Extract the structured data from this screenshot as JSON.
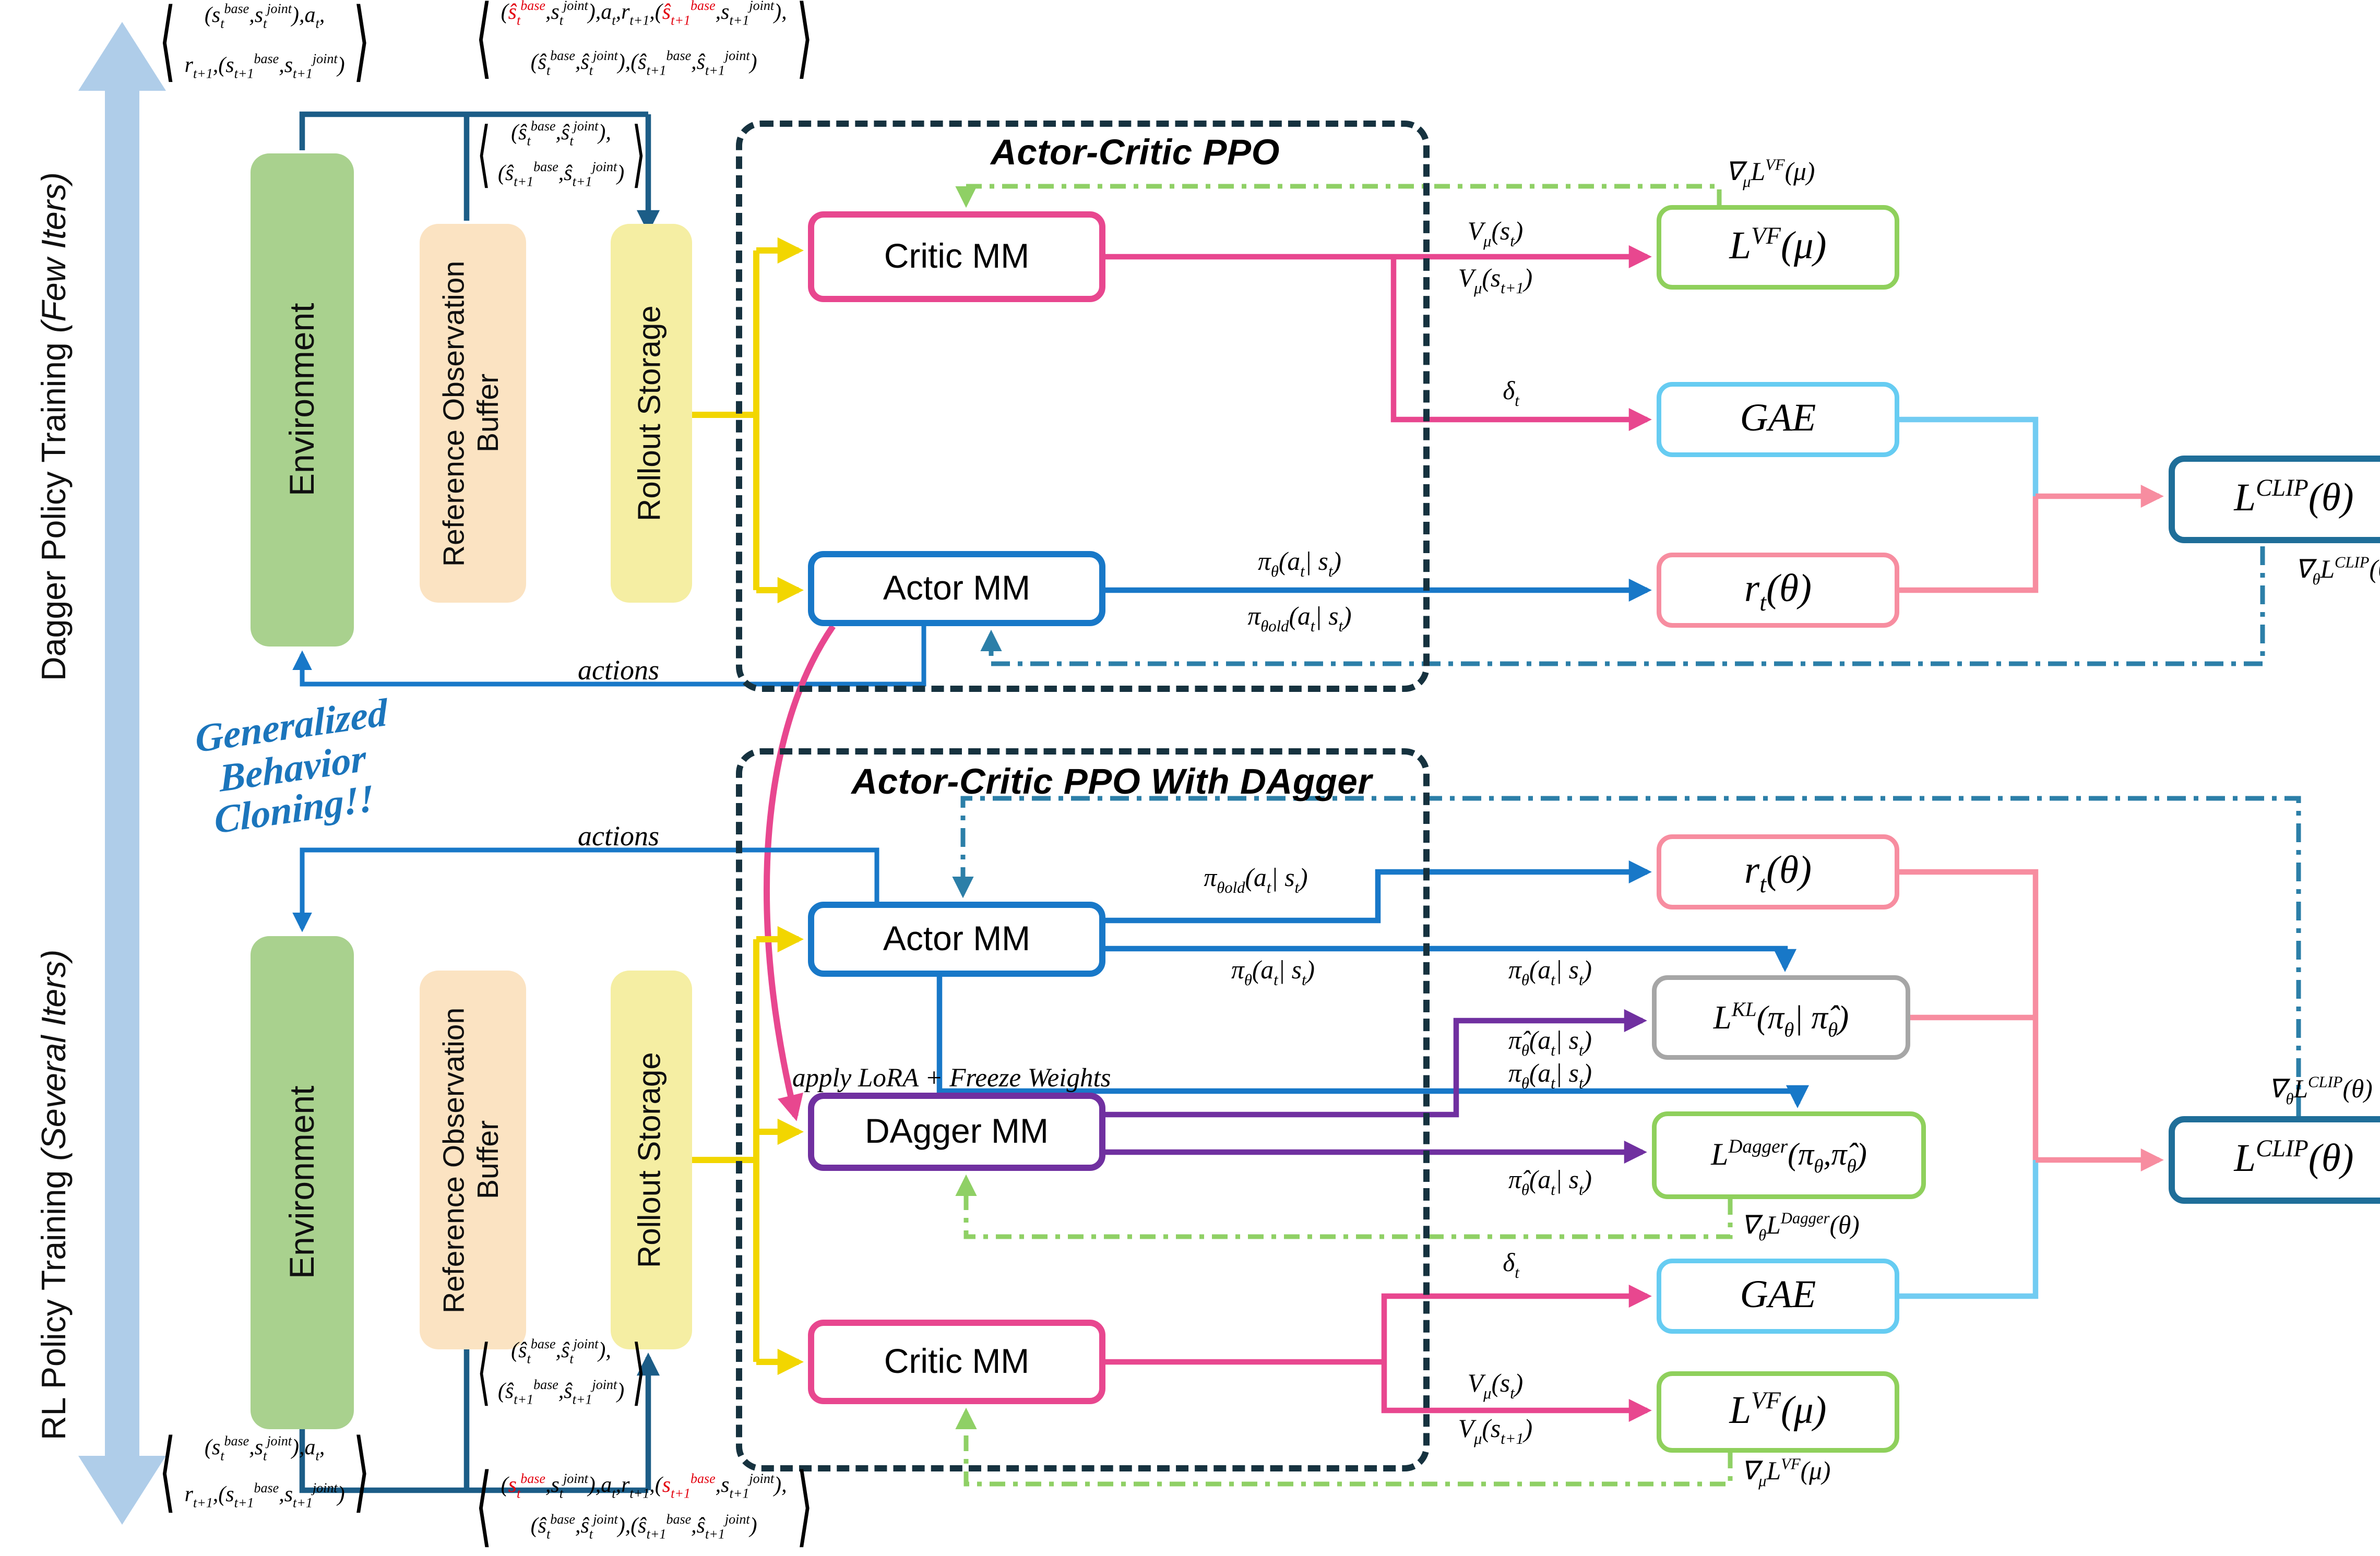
{
  "side_labels": {
    "top": "Dagger Policy Training ",
    "top_em": "(Few Iters)",
    "bottom": "RL Policy Training ",
    "bottom_em": "(Several Iters)"
  },
  "script_note": [
    "Generalized",
    "Behavior",
    "Cloning!!"
  ],
  "sections": {
    "ppo_title": "Actor-Critic PPO",
    "dagger_title": "Actor-Critic PPO With DAgger"
  },
  "nodes": {
    "environment": "Environment",
    "reference_buffer": "Reference Observation Buffer",
    "rollout_storage": "Rollout Storage",
    "critic": "Critic MM",
    "actor": "Actor MM",
    "dagger": "DAgger MM",
    "lvf_html": "L<sup>VF</sup>(μ)",
    "gae": "GAE",
    "rt_html": "r<sub>t</sub>(θ)",
    "lclip_html": "L<sup>CLIP</sup>(θ)",
    "lkl_html": "L<sup>KL</sup>(π<sub>θ</sub>| π̂<sub>θ</sub>)",
    "ldagger_html": "L<sup>Dagger</sup>(π<sub>θ</sub>,π̂<sub>θ</sub>)"
  },
  "edge_labels": {
    "v_st": "V<sub>μ</sub>(s<sub>t</sub>)",
    "v_st1": "V<sub>μ</sub>(s<sub>t+1</sub>)",
    "delta": "δ<sub>t</sub>",
    "pi": "π<sub>θ</sub>(a<sub>t</sub>| s<sub>t</sub>)",
    "pi_old": "π<sub>θold</sub>(a<sub>t</sub>| s<sub>t</sub>)",
    "pi_hat": "π̂<sub>θ</sub>(a<sub>t</sub>| s<sub>t</sub>)",
    "grad_vf": "∇<sub>μ</sub>L<sup>VF</sup>(μ)",
    "grad_clip": "∇<sub>θ</sub>L<sup>CLIP</sup>(θ)",
    "grad_dagger": "∇<sub>θ</sub>L<sup>Dagger</sup>(θ)",
    "actions": "actions",
    "lora": "apply LoRA + Freeze Weights"
  },
  "formulas": {
    "tuple_env_l1": "(s<sub>t</sub><sup>base</sup>,s<sub>t</sub><sup>joint</sup>),a<sub>t</sub>,",
    "tuple_env_l2": "r<sub>t+1</sub>,(s<sub>t+1</sub><sup>base</sup>,s<sub>t+1</sub><sup>joint</sup>)",
    "tuple_mixed_top_l1": "(<span class=\"red\">ŝ<sub>t</sub><sup>base</sup></span>,s<sub>t</sub><sup>joint</sup>),a<sub>t</sub>,r<sub>t+1</sub>,(<span class=\"red\">ŝ<sub>t+1</sub><sup>base</sup></span>,s<sub>t+1</sub><sup>joint</sup>),",
    "tuple_mixed_l2": "(ŝ<sub>t</sub><sup>base</sup>,ŝ<sub>t</sub><sup>joint</sup>),(ŝ<sub>t+1</sub><sup>base</sup>,ŝ<sub>t+1</sub><sup>joint</sup>)",
    "tuple_hat_l1": "(ŝ<sub>t</sub><sup>base</sup>,ŝ<sub>t</sub><sup>joint</sup>),",
    "tuple_hat_l2": "(ŝ<sub>t+1</sub><sup>base</sup>,ŝ<sub>t+1</sub><sup>joint</sup>)",
    "tuple_mixed_bot_l1": "(<span class=\"red\">s<sub>t</sub><sup>base</sup></span>,s<sub>t</sub><sup>joint</sup>),a<sub>t</sub>,r<sub>t+1</sub>,(<span class=\"red\">s<sub>t+1</sub><sup>base</sup></span>,s<sub>t+1</sub><sup>joint</sup>),"
  },
  "colors": {
    "env_fill": "#A9D18E",
    "buffer_fill": "#FBE3C2",
    "rollout_fill": "#F5EEA3",
    "critic_border": "#E8478F",
    "actor_border": "#1878C8",
    "dagger_border": "#7030A0",
    "lvf_border": "#8FD05C",
    "gae_border": "#66CCF2",
    "rt_border": "#F78DA0",
    "lclip_border": "#1F6E99",
    "lkl_border": "#A6A6A6",
    "wire_yellow": "#F2D600",
    "wire_darkblue": "#1C5D87",
    "wire_green_dash": "#8FD065",
    "wire_teal_dash": "#2C7FA8",
    "wire_salmon": "#F78DA0",
    "wire_lightblue": "#72CCF2",
    "dash_border": "#16323F",
    "side_arrow": "#AFCDE9",
    "script_blue": "#1B75BC",
    "highlight_red": "#E3000F"
  }
}
